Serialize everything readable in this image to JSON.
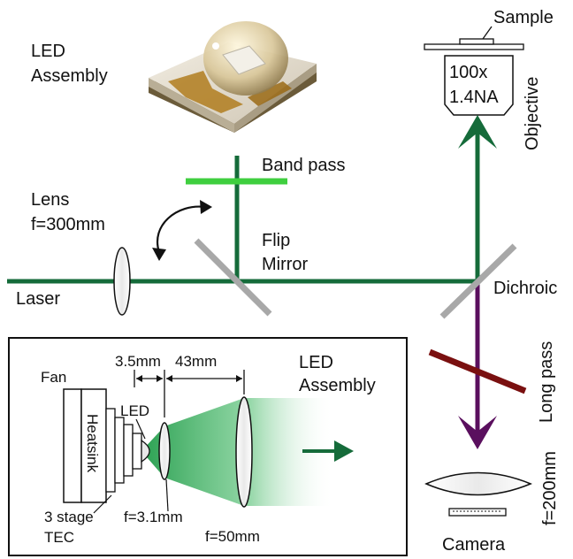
{
  "labels": {
    "led_assembly_top_line1": "LED",
    "led_assembly_top_line2": "Assembly",
    "sample": "Sample",
    "objective_mag": "100x",
    "objective_na": "1.4NA",
    "objective": "Objective",
    "band_pass": "Band pass",
    "lens_line1": "Lens",
    "lens_line2": "f=300mm",
    "flip_line1": "Flip",
    "flip_line2": "Mirror",
    "laser": "Laser",
    "dichroic": "Dichroic",
    "long_pass": "Long pass",
    "tube_lens": "f=200mm",
    "camera": "Camera",
    "inset_led_line1": "LED",
    "inset_led_line2": "Assembly",
    "fan": "Fan",
    "heatsink": "Heatsink",
    "led": "LED",
    "dist1": "3.5mm",
    "dist2": "43mm",
    "tec_line1": "3 stage",
    "tec_line2": "TEC",
    "f_small": "f=3.1mm",
    "f_large": "f=50mm"
  },
  "colors": {
    "laser_beam": "#156b3a",
    "emission_beam": "#5a0f5e",
    "band_pass_filter": "#3fcf3f",
    "long_pass_filter": "#7a1010",
    "mirror": "#a8a8a8",
    "led_cone": "#1f9b48"
  }
}
